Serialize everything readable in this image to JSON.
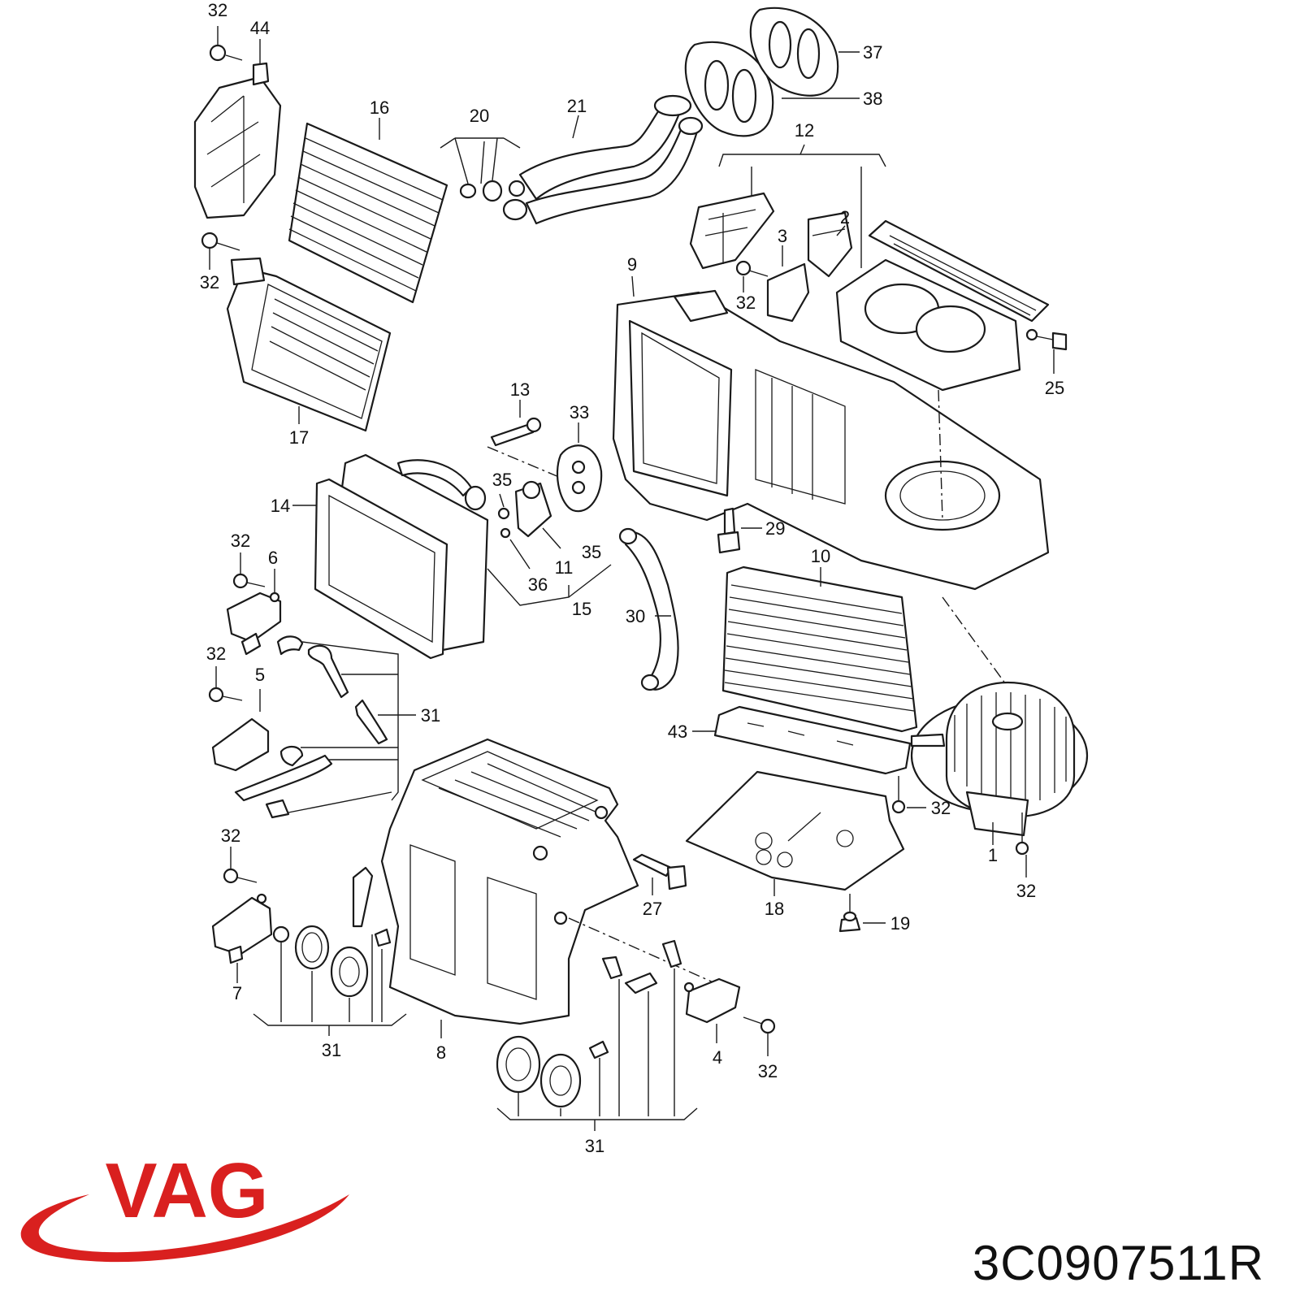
{
  "brand": {
    "logo_text": "VAG",
    "logo_color": "#d9201f"
  },
  "part_number": "3C0907511R",
  "callouts": {
    "c32_a": "32",
    "c44": "44",
    "c37": "37",
    "c38": "38",
    "c21": "21",
    "c20": "20",
    "c16": "16",
    "c12": "12",
    "c2": "2",
    "c3": "3",
    "c32_b": "32",
    "c9": "9",
    "c32_c": "32",
    "c25": "25",
    "c17": "17",
    "c13": "13",
    "c33": "33",
    "c35_a": "35",
    "c14": "14",
    "c29": "29",
    "c32_d": "32",
    "c6": "6",
    "c11": "11",
    "c35_b": "35",
    "c36": "36",
    "c15": "15",
    "c10": "10",
    "c30": "30",
    "c32_e": "32",
    "c5": "5",
    "c31_a": "31",
    "c43": "43",
    "c32_f": "32",
    "c1": "1",
    "c32_g": "32",
    "c32_h": "32",
    "c27": "27",
    "c18": "18",
    "c19": "19",
    "c7": "7",
    "c31_b": "31",
    "c8": "8",
    "c4": "4",
    "c32_i": "32",
    "c31_c": "31"
  }
}
